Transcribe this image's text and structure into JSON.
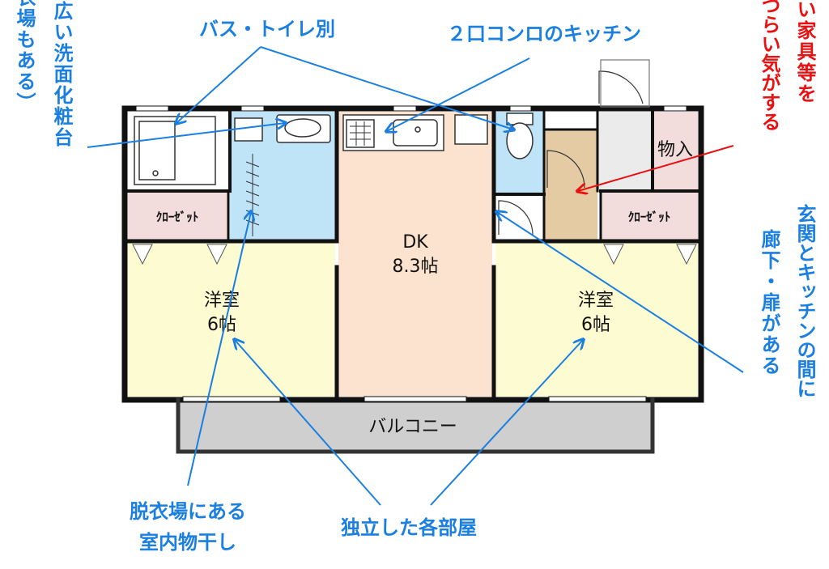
{
  "rooms": {
    "dk_label": "DK",
    "dk_size": "8.3帖",
    "west_name": "洋室",
    "west_size": "6帖",
    "east_name": "洋室",
    "east_size": "6帖",
    "balcony": "バルコニー",
    "storage": "物入",
    "closet_left": "ｸﾛｰｾﾞｯﾄ",
    "closet_right": "ｸﾛｰｾﾞｯﾄ"
  },
  "annotations": {
    "bath_toilet": "バス・トイレ別",
    "kitchen": "２口コンロのキッチン",
    "washroom_lines": [
      "独立した広い洗面化粧台",
      "（脱衣場もある）"
    ],
    "furniture_lines": [
      "大きい家具等を",
      "搬入しづらい気がする"
    ],
    "corridor_lines": [
      "玄関とキッチンの間に",
      "廊下・扉がある"
    ],
    "drying_lines": [
      "脱衣場にある",
      "室内物干し"
    ],
    "rooms_independent": "独立した各部屋"
  },
  "colors": {
    "wall": "#111111",
    "dk": "#fbe3cf",
    "bedroom": "#fdfbd2",
    "wet": "#bfe4f8",
    "entry": "#e4cba4",
    "corridor": "#ebebeb",
    "closet": "#f2dcdc",
    "balcony": "#cfcfcf",
    "note_blue": "#1a7fe0",
    "note_red": "#e81010"
  }
}
